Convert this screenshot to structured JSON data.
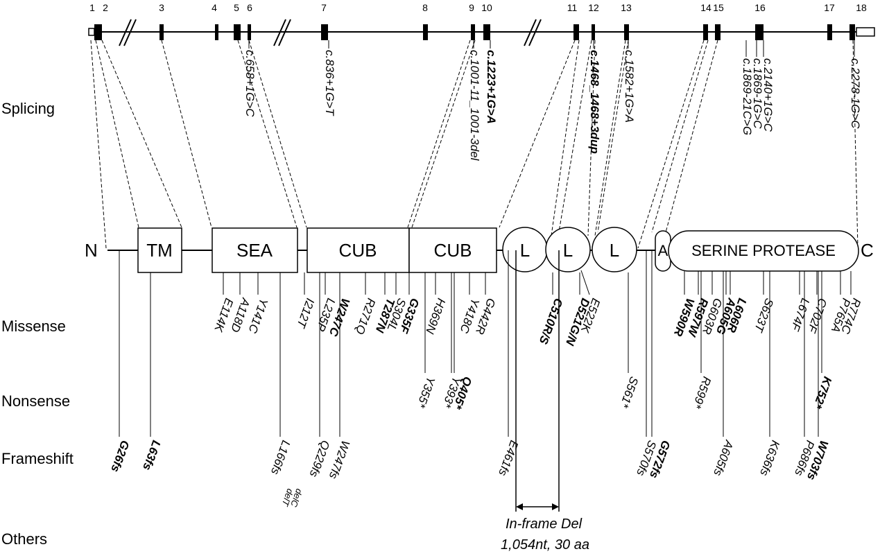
{
  "rows": {
    "splicing": "Splicing",
    "missense": "Missense",
    "nonsense": "Nonsense",
    "frameshift": "Frameshift",
    "others": "Others"
  },
  "exon_numbers": [
    "1",
    "2",
    "3",
    "4",
    "5",
    "6",
    "7",
    "8",
    "9",
    "10",
    "11",
    "12",
    "13",
    "14",
    "15",
    "16",
    "17",
    "18"
  ],
  "protein": {
    "n_term": "N",
    "c_term": "C",
    "domains": [
      {
        "id": "tm",
        "label": "TM"
      },
      {
        "id": "sea",
        "label": "SEA"
      },
      {
        "id": "cub1",
        "label": "CUB"
      },
      {
        "id": "cub2",
        "label": "CUB"
      },
      {
        "id": "ldl1",
        "label": "L"
      },
      {
        "id": "ldl2",
        "label": "L"
      },
      {
        "id": "ldl3",
        "label": "L"
      },
      {
        "id": "a",
        "label": "A"
      },
      {
        "id": "sp",
        "label": "SERINE PROTEASE"
      }
    ]
  },
  "splicing_mutations": [
    {
      "text": "c.658+1G>C",
      "bold": false
    },
    {
      "text": "c.836+1G>T",
      "bold": false
    },
    {
      "text": "c.1001-11_1001-3del",
      "bold": false
    },
    {
      "text": "c.1223+1G>A",
      "bold": true
    },
    {
      "text": "c.1468_1468+3dup",
      "bold": true
    },
    {
      "text": "c.1582+1G>A",
      "bold": false
    },
    {
      "text": "c.1869-21C>G",
      "bold": false
    },
    {
      "text": "c.1869-1G>C",
      "bold": false
    },
    {
      "text": "c.2140+1G>C",
      "bold": false
    },
    {
      "text": "c.2278-1G>C",
      "bold": false
    }
  ],
  "missense_mutations": [
    {
      "text": "E114K",
      "bold": false
    },
    {
      "text": "A118D",
      "bold": false
    },
    {
      "text": "Y141C",
      "bold": false
    },
    {
      "text": "I212T",
      "bold": false
    },
    {
      "text": "L235P",
      "bold": false
    },
    {
      "text": "W247C",
      "bold": true
    },
    {
      "text": "R271Q",
      "bold": false
    },
    {
      "text": "T287N",
      "bold": true
    },
    {
      "text": "S304L",
      "bold": false
    },
    {
      "text": "G335F",
      "bold": true
    },
    {
      "text": "H369N",
      "bold": false
    },
    {
      "text": "Y418C",
      "bold": false
    },
    {
      "text": "G442R",
      "bold": false
    },
    {
      "text": "C510R/S",
      "bold": true
    },
    {
      "text": "D521G/N",
      "bold": true
    },
    {
      "text": "E522K",
      "bold": false
    },
    {
      "text": "W590R",
      "bold": true
    },
    {
      "text": "R597W",
      "bold": true
    },
    {
      "text": "G603R",
      "bold": false
    },
    {
      "text": "A605G",
      "bold": true
    },
    {
      "text": "L606R",
      "bold": true
    },
    {
      "text": "S623T",
      "bold": false
    },
    {
      "text": "L674F",
      "bold": false
    },
    {
      "text": "C702F",
      "bold": false
    },
    {
      "text": "P765A",
      "bold": false
    },
    {
      "text": "R774C",
      "bold": false
    }
  ],
  "nonsense_mutations": [
    {
      "text": "Y355*",
      "bold": false
    },
    {
      "text": "Y393*",
      "bold": false
    },
    {
      "text": "Q405*",
      "bold": true
    },
    {
      "text": "S561*",
      "bold": false
    },
    {
      "text": "R599*",
      "bold": false
    },
    {
      "text": "K752*",
      "bold": true
    }
  ],
  "frameshift_mutations": [
    {
      "text": "G26fs",
      "bold": true
    },
    {
      "text": "L63fs",
      "bold": true
    },
    {
      "text": "L166fs",
      "bold": false
    },
    {
      "text": "Q229fs",
      "bold": false
    },
    {
      "text": "W247fs",
      "bold": false
    },
    {
      "text": "E461fs",
      "bold": false
    },
    {
      "text": "S570fs",
      "bold": false
    },
    {
      "text": "G572fs",
      "bold": true
    },
    {
      "text": "A605fs",
      "bold": false
    },
    {
      "text": "K636fs",
      "bold": false
    },
    {
      "text": "P686fs",
      "bold": false
    },
    {
      "text": "W703fs",
      "bold": true
    }
  ],
  "frameshift_notes": {
    "delC": "delC",
    "delT": "delT"
  },
  "others": {
    "line1": "In-frame Del",
    "line2": "1,054nt, 30 aa"
  }
}
